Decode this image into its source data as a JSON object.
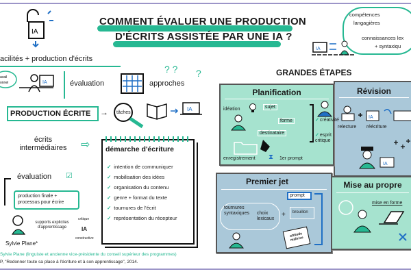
{
  "title": {
    "line1": "COMMENT ÉVALUER UNE PRODUCTION",
    "line2": "D'ÉCRITS ASSISTÉE PAR UNE IA ?"
  },
  "ia": "IA",
  "left": {
    "facilites": "acilités + production d'écrits",
    "cloud": "avail\nonnel",
    "evaluation": "évaluation",
    "approches": "approches",
    "production_ecrite": "PRODUCTION ÉCRITE",
    "taches": "tâches",
    "ecrits_intermediaires": "écrits intermédiaires",
    "evaluation2": "évaluation",
    "bubble": "production finale + processus pour écrire",
    "supports": "supports explicites d'apprentissage",
    "critique": "critique",
    "constructive": "constructive",
    "sylvie": "Sylvie Plane*"
  },
  "notebook": {
    "title": "démarche d'écriture",
    "items": [
      "intention de communiquer",
      "mobilisation des idées",
      "organisation du contenu",
      "genre + format du texte",
      "tournures de l'écrit",
      "représentation du récepteur"
    ]
  },
  "footer": {
    "line1": "Sylvie Plane (linguiste et ancienne vice-présidente du conseil supérieur des programmes)",
    "line2": "P, \"Redonner toute sa place à l'écriture et à son apprentissage\", 2014."
  },
  "cloud_top": {
    "l1": "compétences",
    "l2": "langagières",
    "l3": "connaissances lex",
    "l4": "+ syntaxiqu"
  },
  "grandes_etapes": "GRANDES ÉTAPES",
  "planification": {
    "title": "Planification",
    "ideation": "idéation",
    "sujet": "sujet",
    "forme": "forme",
    "destinataire": "destinataire",
    "creativite": "créativité",
    "esprit": "esprit critique",
    "enregistrement": "enregistrement",
    "prompt": "1er prompt"
  },
  "revision": {
    "title": "Révision",
    "relecture": "relecture",
    "reecriture": "réécriture"
  },
  "premier_jet": {
    "title": "Premier jet",
    "prompt": "prompt",
    "tournures": "tournures syntaxiques",
    "choix": "choix lexicaux",
    "brouillon": "brouillon",
    "attitude": "attitude maîtrise"
  },
  "mise_au_propre": {
    "title": "Mise au propre",
    "mise_en_forme": "mise en forme"
  },
  "colors": {
    "teal": "#26b892",
    "blue": "#1f6fc5",
    "frame": "#9c95c8"
  }
}
